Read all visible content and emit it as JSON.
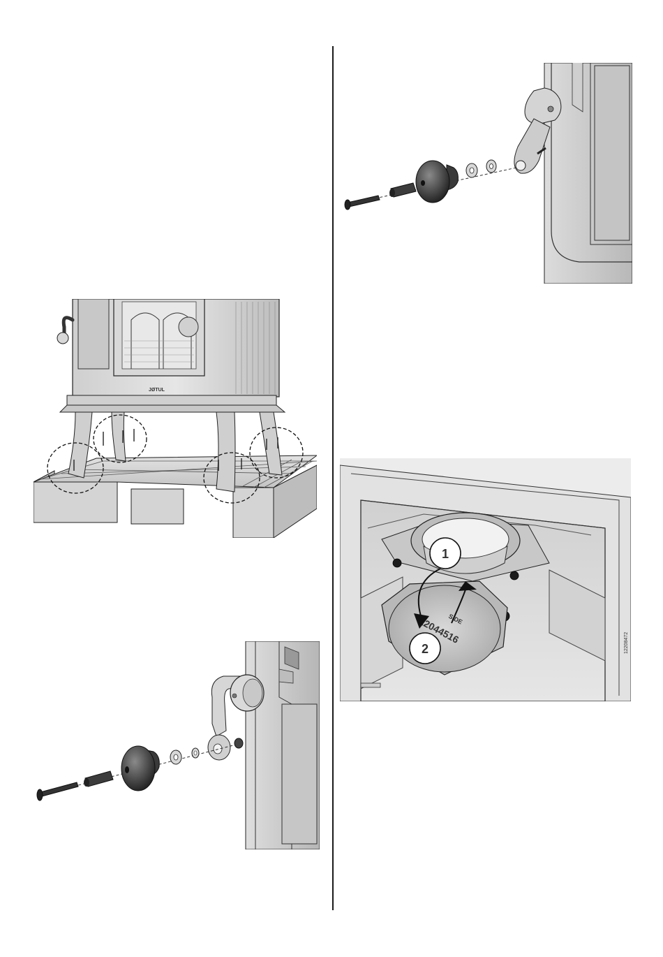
{
  "page": {
    "layout": "two-column manual page with exploded assembly illustrations",
    "figures": [
      {
        "name": "stove on pallet",
        "brand_mark": "JØTUL",
        "callouts": "dashed circles mark four leg bolts fastened to the pallet"
      },
      {
        "name": "handle with knob, right-hand door",
        "parts": [
          "bolt",
          "spacer sleeve",
          "knob",
          "washer",
          "washer",
          "handle arm"
        ]
      },
      {
        "name": "flue collar rotation",
        "callouts": [
          "1",
          "2"
        ],
        "stamp": "12044516",
        "side_code": "12208472"
      },
      {
        "name": "handle with knob, left-hand door",
        "parts": [
          "bolt",
          "spacer sleeve",
          "knob",
          "washer",
          "lock washer",
          "handle arm",
          "nut"
        ]
      }
    ]
  }
}
